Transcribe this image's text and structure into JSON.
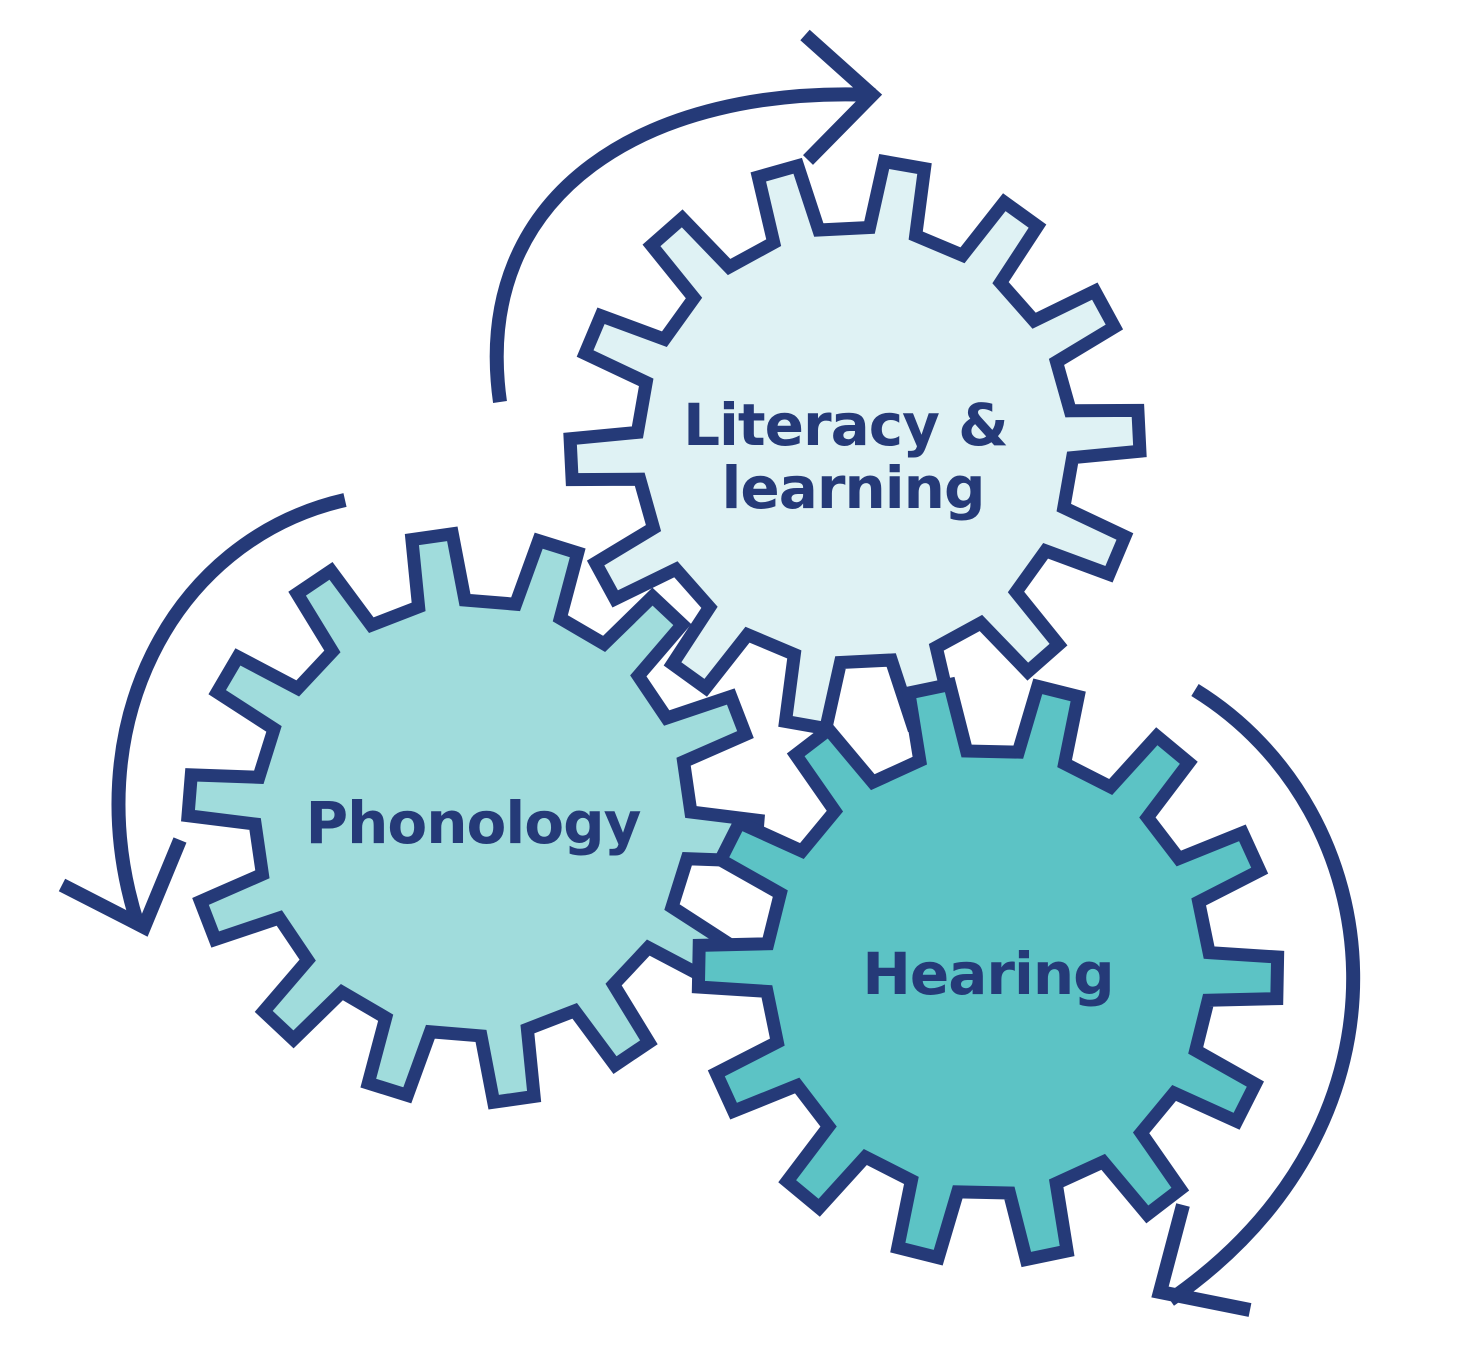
{
  "colors": {
    "outline": "#253a78",
    "label": "#253a78",
    "background": "#ffffff"
  },
  "gears": [
    {
      "id": "literacy",
      "label_lines": [
        "Literacy &",
        "learning"
      ],
      "fill": "#dff2f4"
    },
    {
      "id": "phonology",
      "label_lines": [
        "Phonology"
      ],
      "fill": "#a0dcdc"
    },
    {
      "id": "hearing",
      "label_lines": [
        "Hearing"
      ],
      "fill": "#5cc3c5"
    }
  ],
  "arrows": [
    {
      "id": "top",
      "direction": "clockwise",
      "icon": "curved-arrow-icon"
    },
    {
      "id": "left",
      "direction": "counter-clockwise",
      "icon": "curved-arrow-icon"
    },
    {
      "id": "right",
      "direction": "clockwise",
      "icon": "curved-arrow-icon"
    }
  ]
}
